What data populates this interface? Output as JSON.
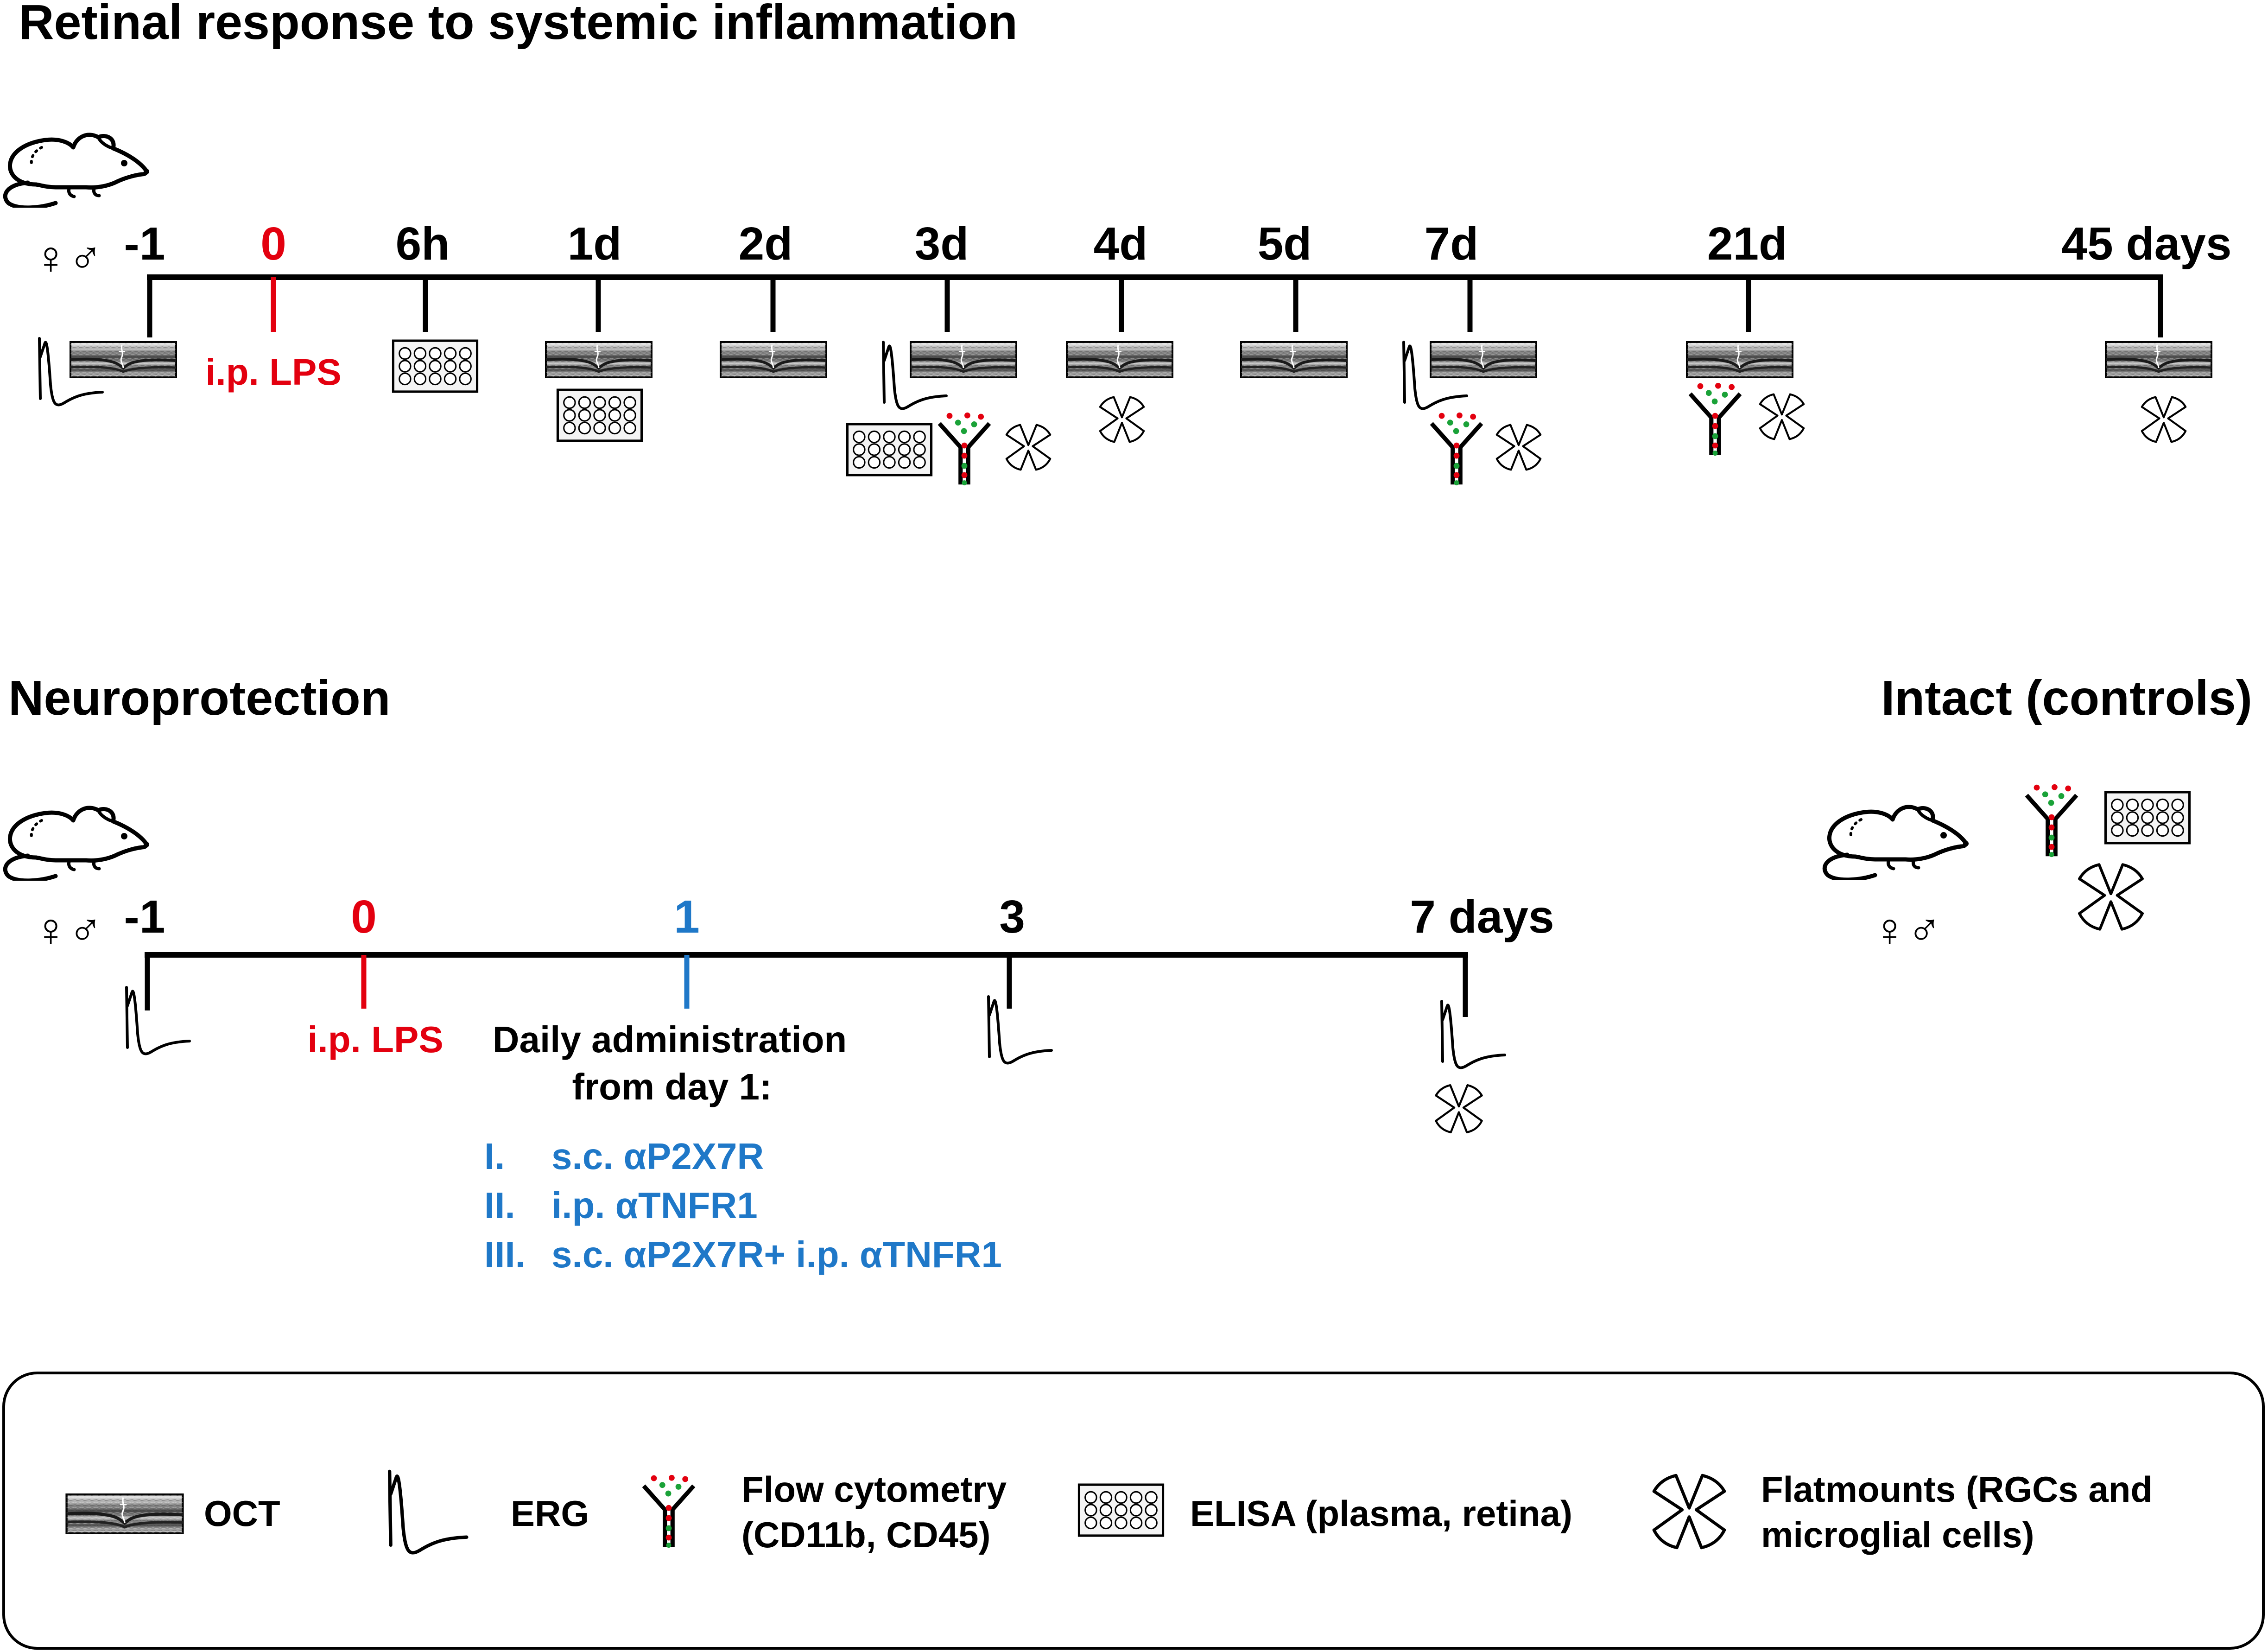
{
  "colors": {
    "black": "#000000",
    "red": "#e3000f",
    "blue": "#1f78c8"
  },
  "sections": {
    "retinal": {
      "title": "Retinal response to systemic inflammation",
      "sex_symbols": "♀♂",
      "ticks": [
        "-1",
        "0",
        "6h",
        "1d",
        "2d",
        "3d",
        "4d",
        "5d",
        "7d",
        "21d",
        "45 days"
      ],
      "lps_label": "i.p. LPS"
    },
    "neuro": {
      "title": "Neuroprotection",
      "sex_symbols": "♀♂",
      "ticks": [
        "-1",
        "0",
        "1",
        "3",
        "7 days"
      ],
      "lps_label": "i.p. LPS",
      "admin_line1": "Daily administration",
      "admin_line2": "from day 1:",
      "treatments": [
        {
          "num": "I.",
          "text": "s.c. αP2X7R"
        },
        {
          "num": "II.",
          "text": "i.p. αTNFR1"
        },
        {
          "num": "III.",
          "text": "s.c. αP2X7R+ i.p. αTNFR1"
        }
      ]
    },
    "controls": {
      "title": "Intact (controls)",
      "sex_symbols": "♀♂"
    }
  },
  "legend": {
    "oct": "OCT",
    "erg": "ERG",
    "flow_line1": "Flow cytometry",
    "flow_line2": "(CD11b, CD45)",
    "elisa": "ELISA (plasma, retina)",
    "flat_line1": "Flatmounts (RGCs and",
    "flat_line2": "microglial cells)"
  }
}
